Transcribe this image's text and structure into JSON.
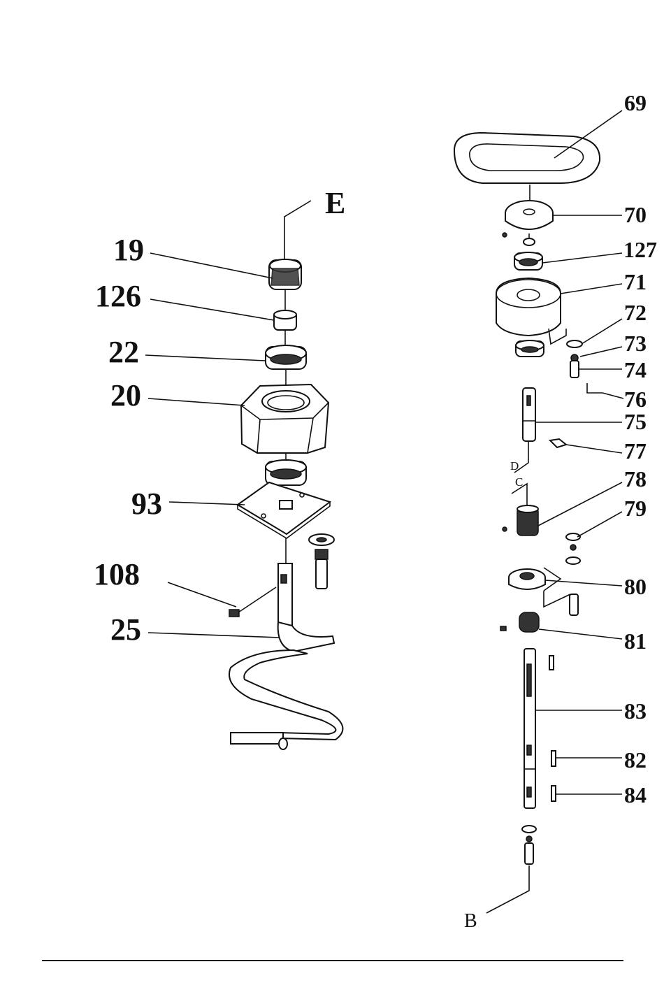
{
  "left_assembly": {
    "connector_label": "E",
    "labels": [
      "19",
      "126",
      "22",
      "20",
      "93",
      "108",
      "25"
    ]
  },
  "right_assembly": {
    "labels": [
      "69",
      "70",
      "127",
      "71",
      "72",
      "73",
      "74",
      "76",
      "75",
      "77",
      "78",
      "79",
      "80",
      "81",
      "83",
      "82",
      "84"
    ],
    "connector_labels": [
      "D",
      "C",
      "B"
    ]
  }
}
